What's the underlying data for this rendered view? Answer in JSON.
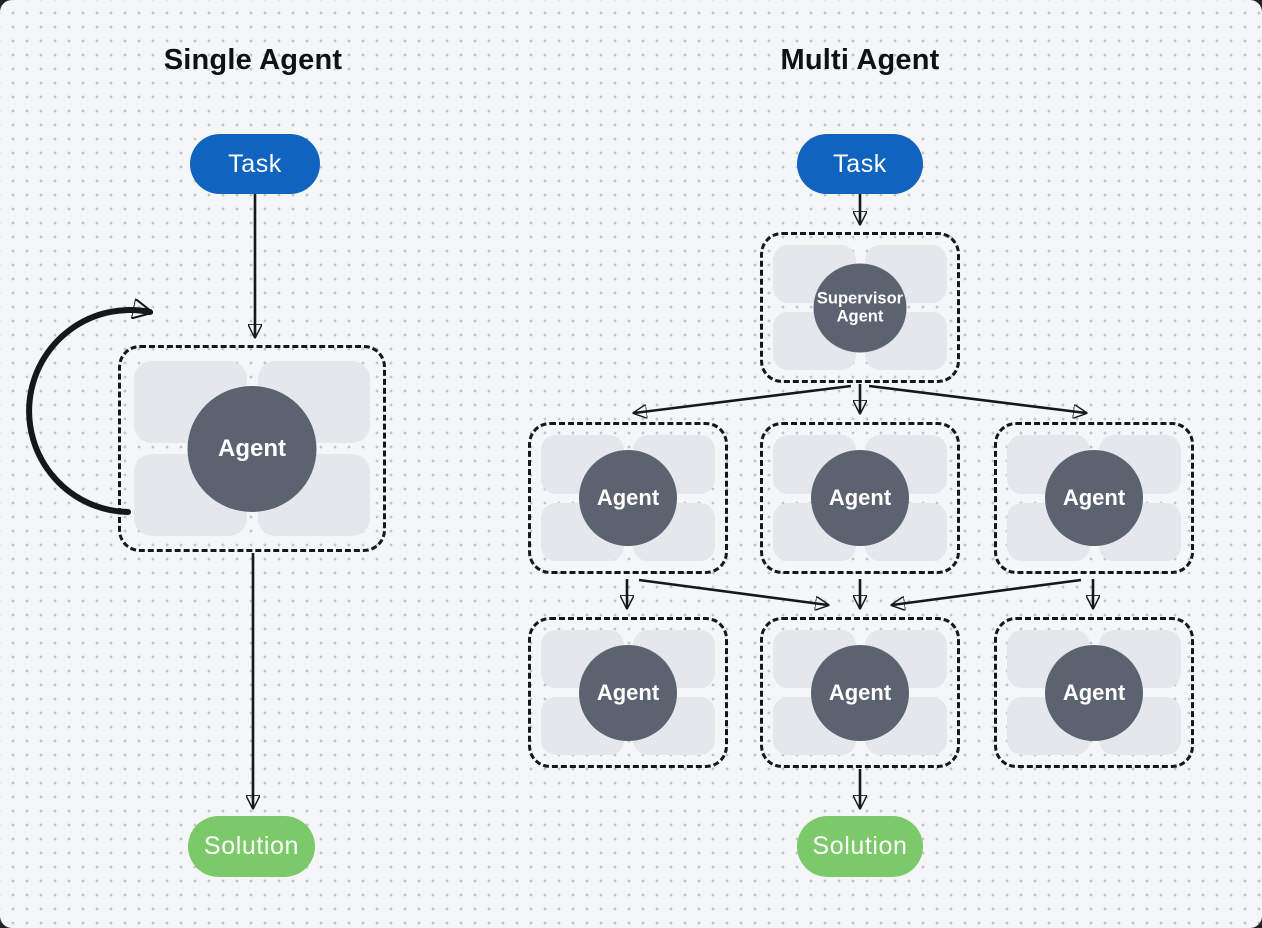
{
  "single": {
    "title": "Single Agent",
    "task_label": "Task",
    "agent_label": "Agent",
    "solution_label": "Solution"
  },
  "multi": {
    "title": "Multi Agent",
    "task_label": "Task",
    "supervisor_line1": "Supervisor",
    "supervisor_line2": "Agent",
    "workers": [
      "Agent",
      "Agent",
      "Agent",
      "Agent",
      "Agent",
      "Agent"
    ],
    "solution_label": "Solution"
  },
  "edges": {
    "single": [
      "task->agent",
      "agent->agent (self loop)",
      "agent->solution"
    ],
    "multi": [
      "task->supervisor",
      "supervisor->worker1",
      "supervisor->worker2",
      "supervisor->worker3",
      "worker1->worker4",
      "worker1->worker5",
      "worker2->worker5",
      "worker3->worker5",
      "worker3->worker6",
      "worker5->solution"
    ]
  },
  "colors": {
    "task_fill": "#1063be",
    "solution_fill": "#7cc96a",
    "agent_node_fill": "#5b6270",
    "tile_fill": "#e4e7ec",
    "line": "#15171c",
    "canvas": "#f5f6f7",
    "dot": "#c3c5c9",
    "outside": "#1c2430"
  }
}
